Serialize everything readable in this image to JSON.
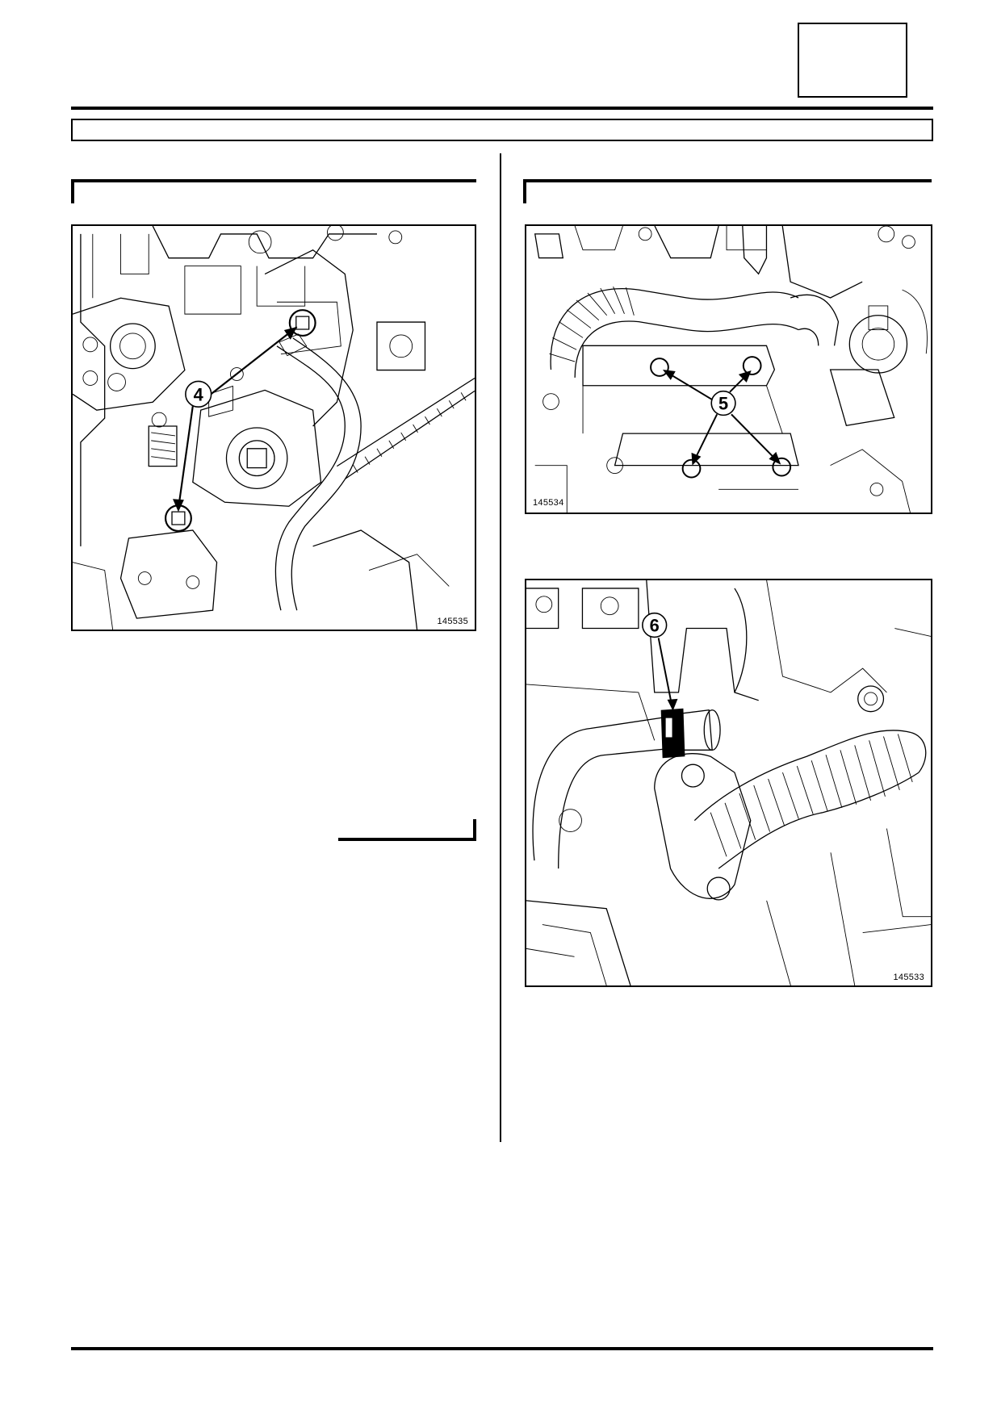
{
  "page": {
    "header_box_text": "",
    "section_bar_text": ""
  },
  "left_column": {
    "heading_text": "",
    "figure": {
      "id_label": "145535",
      "callout": "4"
    },
    "note_text": ""
  },
  "right_column": {
    "heading_text": "",
    "figure_top": {
      "id_label": "145534",
      "callout": "5"
    },
    "figure_bottom": {
      "id_label": "145533",
      "callout": "6"
    }
  }
}
